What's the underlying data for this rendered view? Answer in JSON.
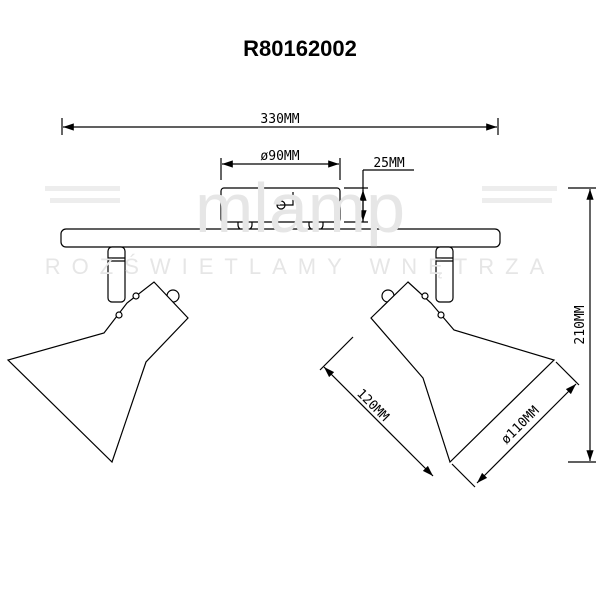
{
  "title": "R80162002",
  "dimensions": {
    "total_width": "330MM",
    "canopy_diameter": "ø90MM",
    "canopy_height": "25MM",
    "total_height": "210MM",
    "shade_length": "120MM",
    "shade_diameter": "ø110MM"
  },
  "watermark": {
    "logo": "mlamp",
    "tagline": "ROZŚWIETLAMY WNĘTRZA"
  }
}
